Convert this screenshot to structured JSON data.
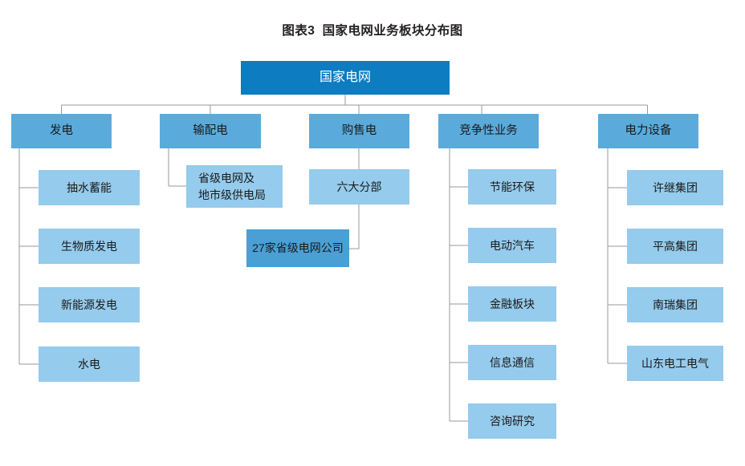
{
  "title": "图表3  国家电网业务板块分布图",
  "colors": {
    "root_fill": "#0d7cc0",
    "level2_fill": "#5aabdc",
    "level3_fill": "#95cbec",
    "level3_dark_fill": "#4a9fd5",
    "connector": "#9a9a9a",
    "title_text": "#231f20",
    "root_text": "#ffffff",
    "node_text": "#1a1a1a",
    "background": "#ffffff"
  },
  "chart_data": {
    "type": "diagram",
    "diagram_type": "organization-chart",
    "title": "图表3  国家电网业务板块分布图",
    "root": "国家电网",
    "branches": [
      {
        "label": "发电",
        "children": [
          "抽水蓄能",
          "生物质发电",
          "新能源发电",
          "水电"
        ]
      },
      {
        "label": "输配电",
        "children": [
          "省级电网及\n地市级供电局"
        ]
      },
      {
        "label": "购售电",
        "children": [
          "六大分部",
          "27家省级电网公司"
        ]
      },
      {
        "label": "竞争性业务",
        "children": [
          "节能环保",
          "电动汽车",
          "金融板块",
          "信息通信",
          "咨询研究"
        ]
      },
      {
        "label": "电力设备",
        "children": [
          "许继集团",
          "平高集团",
          "南瑞集团",
          "山东电工电气"
        ]
      }
    ]
  },
  "nodes": {
    "root": {
      "label": "国家电网"
    },
    "b1": {
      "label": "发电"
    },
    "b1c1": {
      "label": "抽水蓄能"
    },
    "b1c2": {
      "label": "生物质发电"
    },
    "b1c3": {
      "label": "新能源发电"
    },
    "b1c4": {
      "label": "水电"
    },
    "b2": {
      "label": "输配电"
    },
    "b2c1": {
      "label": "省级电网及\n地市级供电局"
    },
    "b3": {
      "label": "购售电"
    },
    "b3c1": {
      "label": "六大分部"
    },
    "b3c2": {
      "label": "27家省级电网公司"
    },
    "b4": {
      "label": "竞争性业务"
    },
    "b4c1": {
      "label": "节能环保"
    },
    "b4c2": {
      "label": "电动汽车"
    },
    "b4c3": {
      "label": "金融板块"
    },
    "b4c4": {
      "label": "信息通信"
    },
    "b4c5": {
      "label": "咨询研究"
    },
    "b5": {
      "label": "电力设备"
    },
    "b5c1": {
      "label": "许继集团"
    },
    "b5c2": {
      "label": "平高集团"
    },
    "b5c3": {
      "label": "南瑞集团"
    },
    "b5c4": {
      "label": "山东电工电气"
    }
  }
}
